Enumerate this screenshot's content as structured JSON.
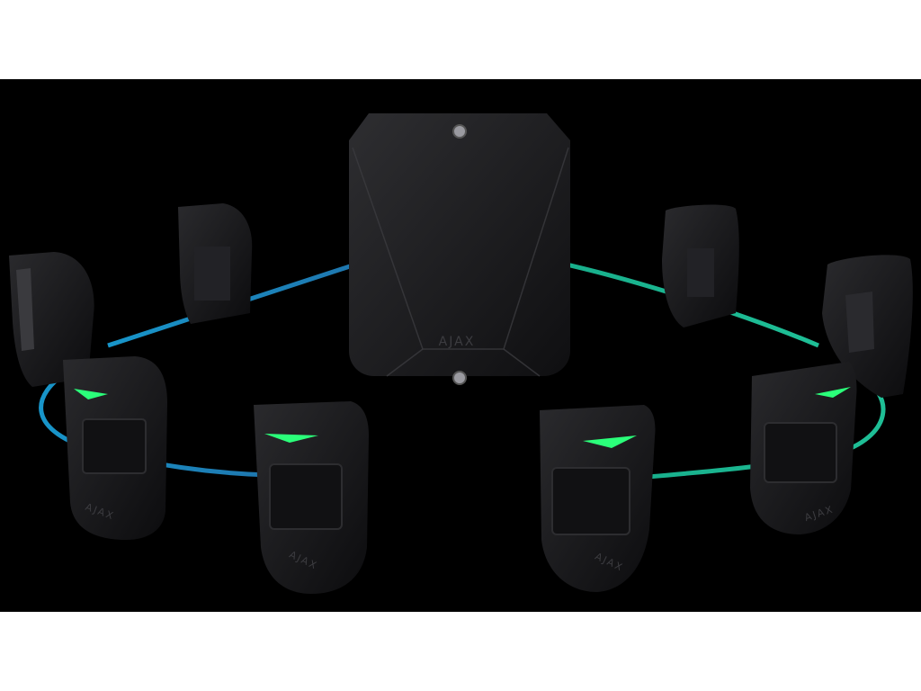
{
  "image": {
    "subject": "Security system hub with wired motion detectors",
    "brand_marks": [
      "AJAX",
      "AJAX",
      "AJAX",
      "AJAX",
      "AJAX"
    ]
  },
  "colors": {
    "background": "#000000",
    "letterbox": "#ffffff",
    "device_body": "#1a1a1c",
    "led_green": "#2bff7a",
    "wire_left": "#1e9bd6",
    "wire_right": "#1fc9a0"
  }
}
